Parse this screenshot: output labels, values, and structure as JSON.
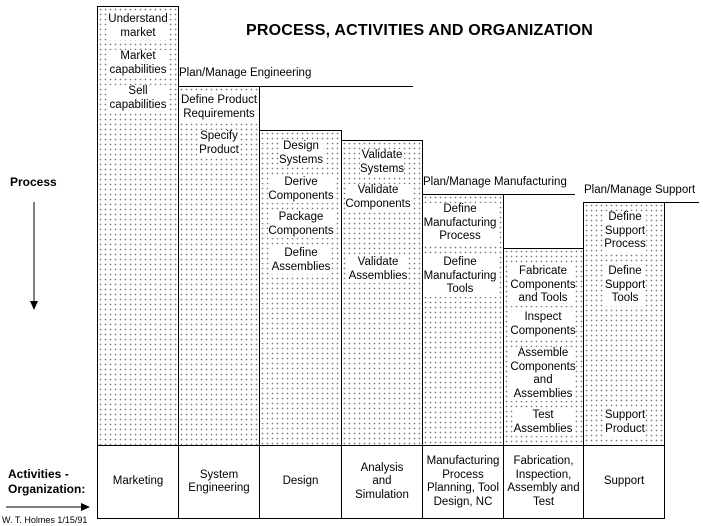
{
  "title": "PROCESS, ACTIVITIES AND ORGANIZATION",
  "labels": {
    "process": "Process",
    "activities": "Activities -",
    "organization": "Organization:"
  },
  "credit": "W. T. Holmes 1/15/91",
  "phases": {
    "engineering": "Plan/Manage Engineering",
    "manufacturing": "Plan/Manage Manufacturing",
    "support": "Plan/Manage Support"
  },
  "activities": {
    "marketing": [
      "Understand\nmarket",
      "Market\ncapabilities",
      "Sell\ncapabilities"
    ],
    "system_engineering": [
      "Define Product\nRequirements",
      "Specify\nProduct"
    ],
    "design": [
      "Design\nSystems",
      "Derive\nComponents",
      "Package\nComponents",
      "Define\nAssemblies"
    ],
    "analysis": [
      "Validate\nSystems",
      "Validate\nComponents",
      "Validate\nAssemblies"
    ],
    "manufacturing": [
      "Define\nManufacturing\nProcess",
      "Define\nManufacturing\nTools"
    ],
    "fabrication": [
      "Fabricate\nComponents\nand Tools",
      "Inspect\nComponents",
      "Assemble\nComponents\nand\nAssemblies",
      "Test\nAssemblies"
    ],
    "support": [
      "Define\nSupport\nProcess",
      "Define\nSupport\nTools",
      "Support\nProduct"
    ]
  },
  "organizations": [
    "Marketing",
    "System\nEngineering",
    "Design",
    "Analysis\nand\nSimulation",
    "Manufacturing\nProcess\nPlanning, Tool\nDesign, NC",
    "Fabrication,\nInspection,\nAssembly and\nTest",
    "Support"
  ]
}
